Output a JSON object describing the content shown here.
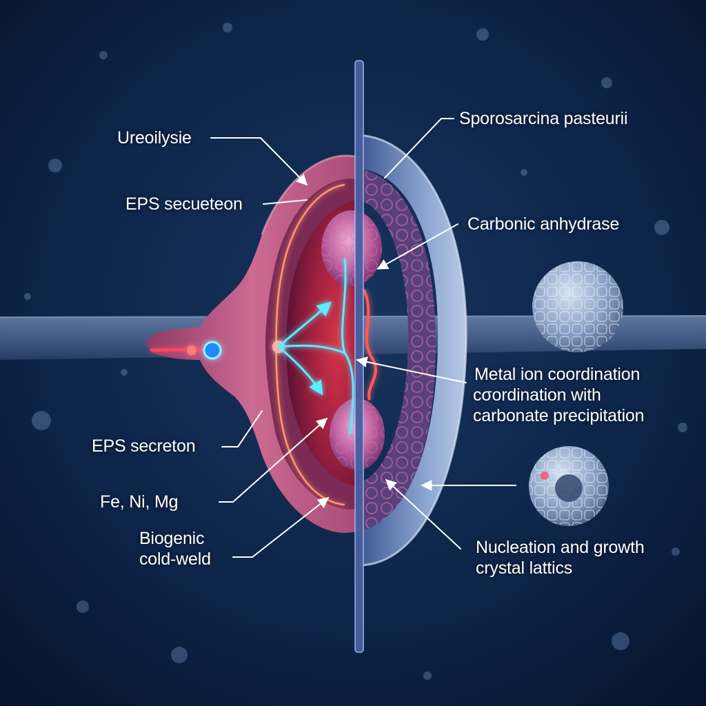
{
  "labels": {
    "ureolysis": "Ureoilysie",
    "eps_top": "EPS secueteon",
    "eps_bottom": "EPS secreton",
    "metals": "Fe, Ni, Mg",
    "cold_weld_1": "Biogenic",
    "cold_weld_2": "cold-weld",
    "species": "Sporosarcina pasteurii",
    "enzyme": "Carbonic anhydrase",
    "metal_ion_1": "Metal ion coordination",
    "metal_ion_2": "cσordination with",
    "metal_ion_3": "carbonate precipitation",
    "nucleation_1": "Nucleation and growth",
    "nucleation_2": "crystal lattics"
  },
  "colors": {
    "background": "#0b1e3a",
    "membrane_pink": "#c85a86",
    "cytoplasm_red": "#a8243c",
    "shell_blue": "#8ea6cf",
    "glow_red": "#ff4a5a",
    "glow_cyan": "#4fe6ff",
    "crystal": "#9fb6d6"
  }
}
